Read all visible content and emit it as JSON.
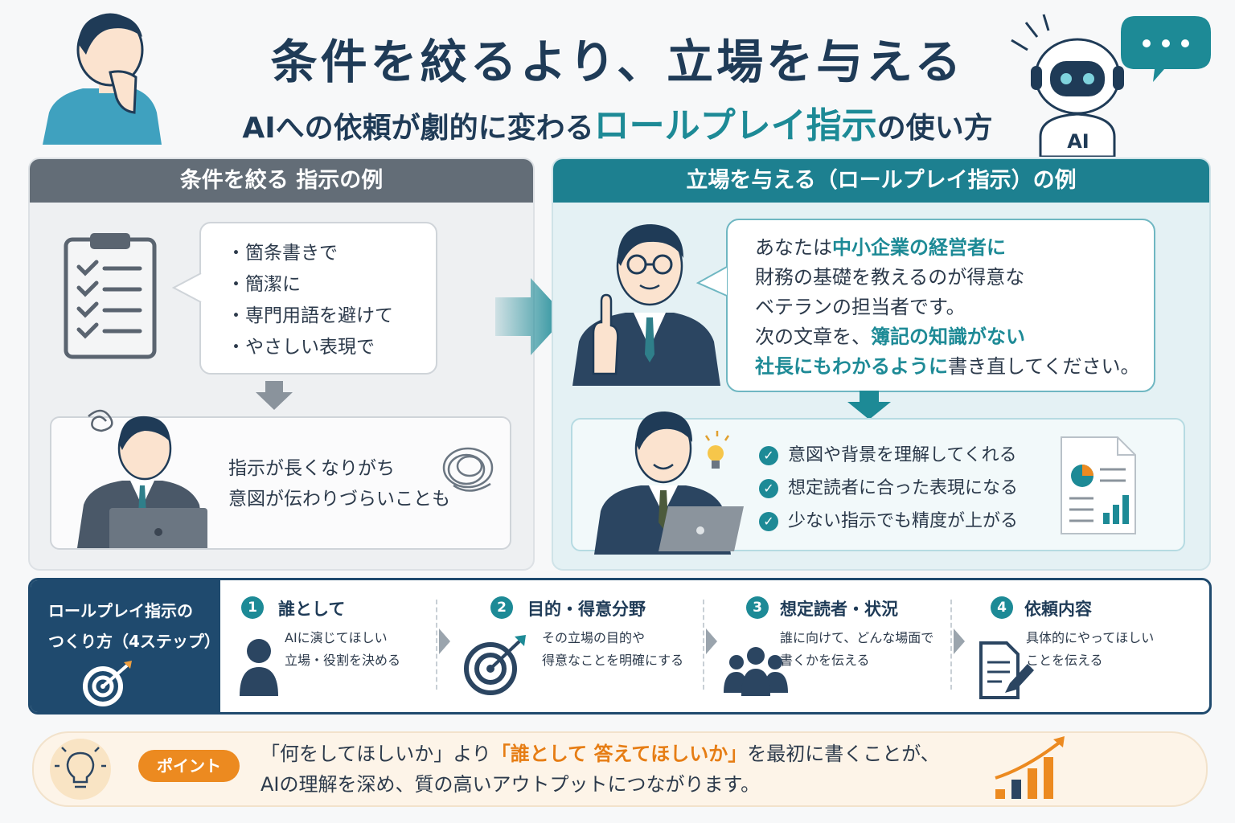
{
  "header": {
    "title": "条件を絞るより、立場を与える",
    "subtitle_prefix": "AIへの依頼が劇的に変わる",
    "subtitle_accent": "ロールプレイ指示",
    "subtitle_suffix": "の使い方",
    "robot_badge": "AI"
  },
  "left_panel": {
    "header": "条件を絞る 指示の例",
    "bullets": [
      "箇条書きで",
      "簡潔に",
      "専門用語を避けて",
      "やさしい表現で"
    ],
    "result": [
      "指示が長くなりがち",
      "意図が伝わりづらいことも"
    ]
  },
  "right_panel": {
    "header": "立場を与える（ロールプレイ指示）の例",
    "prompt": {
      "l1a": "あなたは",
      "l1b": "中小企業の経営者に",
      "l2": "財務の基礎を教えるのが得意な",
      "l3": "ベテランの担当者です。",
      "l4a": "次の文章を、",
      "l4b": "簿記の知識がない",
      "l5a": "社長にもわかるように",
      "l5b": "書き直してください。"
    },
    "benefits": [
      "意図や背景を理解してくれる",
      "想定読者に合った表現になる",
      "少ない指示でも精度が上がる"
    ]
  },
  "steps": {
    "title_line1": "ロールプレイ指示の",
    "title_line2": "つくり方（4ステップ）",
    "items": [
      {
        "num": "1",
        "label": "誰として",
        "desc1": "AIに演じてほしい",
        "desc2": "立場・役割を決める",
        "icon": "person-icon"
      },
      {
        "num": "2",
        "label": "目的・得意分野",
        "desc1": "その立場の目的や",
        "desc2": "得意なことを明確にする",
        "icon": "target-icon"
      },
      {
        "num": "3",
        "label": "想定読者・状況",
        "desc1": "誰に向けて、どんな場面で",
        "desc2": "書くかを伝える",
        "icon": "group-icon"
      },
      {
        "num": "4",
        "label": "依頼内容",
        "desc1": "具体的にやってほしい",
        "desc2": "ことを伝える",
        "icon": "document-pen-icon"
      }
    ]
  },
  "point": {
    "badge": "ポイント",
    "l1a": "「何をしてほしいか」より",
    "l1b": "「誰として 答えてほしいか」",
    "l1c": "を最初に書くことが、",
    "l2": "AIの理解を深め、質の高いアウトプットにつながります。"
  },
  "colors": {
    "navy": "#1f3b57",
    "teal": "#1d8a96",
    "orange": "#ec8a20",
    "gray_header": "#636d77"
  }
}
